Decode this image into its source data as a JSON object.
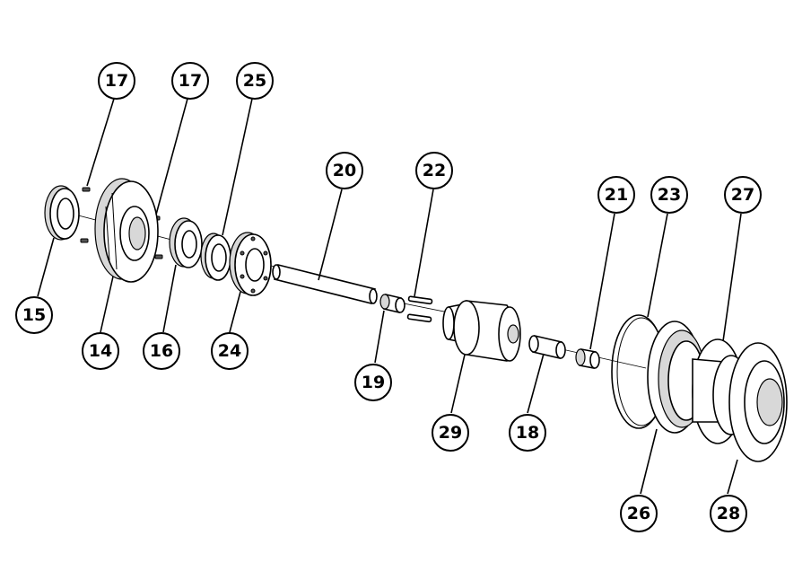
{
  "callouts": [
    {
      "id": "c17a",
      "label": "17"
    },
    {
      "id": "c17b",
      "label": "17"
    },
    {
      "id": "c25",
      "label": "25"
    },
    {
      "id": "c20",
      "label": "20"
    },
    {
      "id": "c22",
      "label": "22"
    },
    {
      "id": "c21",
      "label": "21"
    },
    {
      "id": "c23",
      "label": "23"
    },
    {
      "id": "c27",
      "label": "27"
    },
    {
      "id": "c15",
      "label": "15"
    },
    {
      "id": "c14",
      "label": "14"
    },
    {
      "id": "c16",
      "label": "16"
    },
    {
      "id": "c24",
      "label": "24"
    },
    {
      "id": "c19",
      "label": "19"
    },
    {
      "id": "c29",
      "label": "29"
    },
    {
      "id": "c18",
      "label": "18"
    },
    {
      "id": "c26",
      "label": "26"
    },
    {
      "id": "c28",
      "label": "28"
    }
  ]
}
